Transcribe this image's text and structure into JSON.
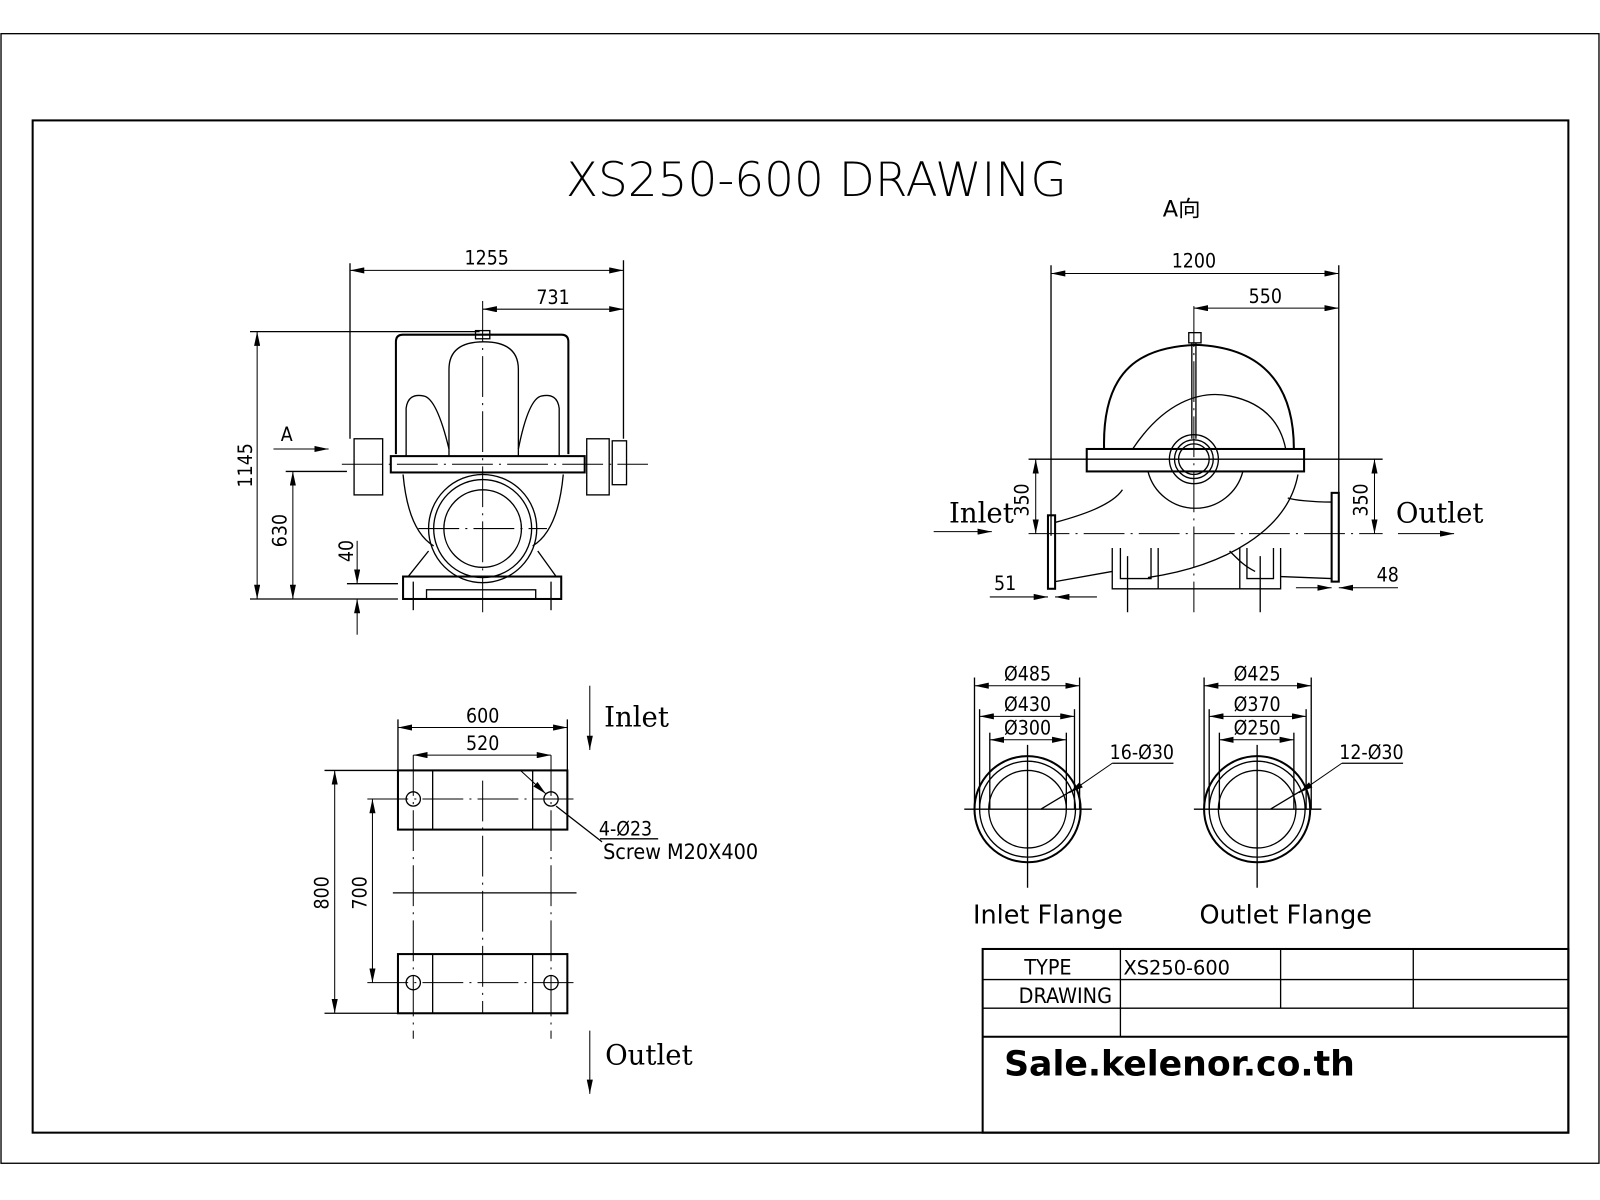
{
  "title": "XS250-600 DRAWING",
  "front_view": {
    "dims": {
      "width_total": "1255",
      "width_right": "731",
      "height_total": "1145",
      "shaft_height": "630",
      "base_thickness": "40"
    },
    "view_marker": "A"
  },
  "side_view": {
    "label": "A向",
    "dims": {
      "width_total": "1200",
      "width_right": "550",
      "inlet_height": "350",
      "outlet_height": "350",
      "inlet_flange_thk": "51",
      "outlet_flange_thk": "48"
    },
    "inlet_label": "Inlet",
    "outlet_label": "Outlet"
  },
  "base_plan": {
    "dims": {
      "outer_width": "600",
      "bolt_width": "520",
      "outer_length": "800",
      "bolt_length": "700"
    },
    "bolt_note": "4-Ø23",
    "screw_note": "Screw M20X400",
    "inlet_label": "Inlet",
    "outlet_label": "Outlet"
  },
  "inlet_flange": {
    "od": "Ø485",
    "pcd": "Ø430",
    "bore": "Ø300",
    "holes": "16-Ø30",
    "label": "Inlet Flange"
  },
  "outlet_flange": {
    "od": "Ø425",
    "pcd": "Ø370",
    "bore": "Ø250",
    "holes": "12-Ø30",
    "label": "Outlet Flange"
  },
  "title_block": {
    "type_label": "TYPE",
    "type_value": "XS250-600",
    "drawing_label": "DRAWING",
    "website": "Sale.kelenor.co.th"
  }
}
